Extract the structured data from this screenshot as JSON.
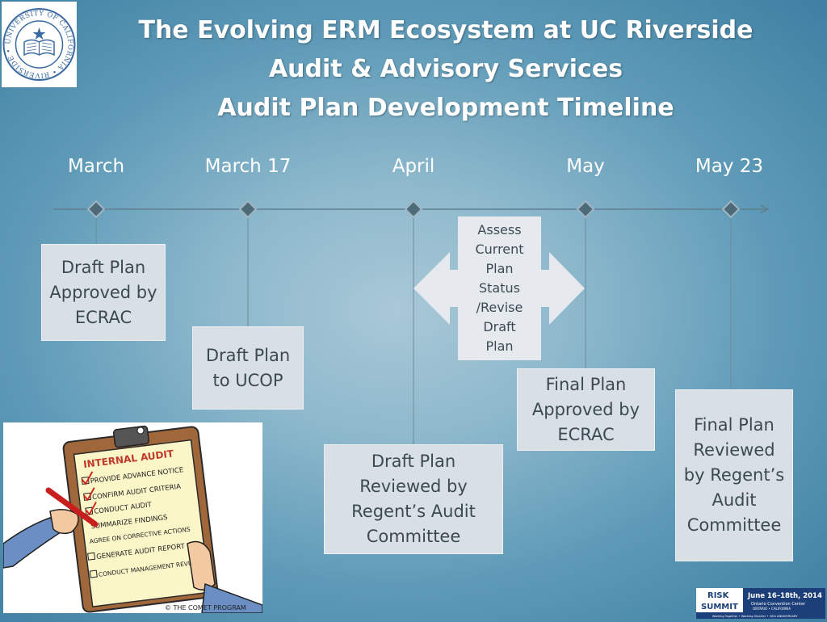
{
  "title": {
    "line1": "The Evolving ERM Ecosystem at UC Riverside",
    "line2": "Audit & Advisory Services",
    "line3": "Audit Plan Development Timeline"
  },
  "timeline": {
    "months": [
      "March",
      "March 17",
      "April",
      "May",
      "May 23"
    ],
    "boxes": [
      {
        "lines": [
          "Draft Plan",
          "Approved by",
          "ECRAC"
        ]
      },
      {
        "lines": [
          "Draft Plan",
          "to UCOP"
        ]
      },
      {
        "lines": [
          "Draft Plan",
          "Reviewed by",
          "Regent’s Audit",
          "Committee"
        ]
      },
      {
        "lines": [
          "Final Plan",
          "Approved by",
          "ECRAC"
        ]
      },
      {
        "lines": [
          "Final Plan",
          "Reviewed",
          "by Regent’s",
          "Audit",
          "Committee"
        ]
      }
    ],
    "assess_lines": [
      "Assess",
      "Current",
      "Plan",
      "Status",
      "/Revise",
      "Draft",
      "Plan"
    ]
  },
  "clipboard": {
    "heading": "INTERNAL AUDIT",
    "items": [
      "PROVIDE ADVANCE NOTICE",
      "CONFIRM AUDIT CRITERIA",
      "CONDUCT AUDIT",
      "SUMMARIZE FINDINGS",
      "AGREE ON CORRECTIVE ACTIONS",
      "GENERATE AUDIT REPORT",
      "CONDUCT MANAGEMENT REVIEW"
    ],
    "credit": "© THE COMET PROGRAM"
  },
  "sponsor": {
    "word1": "RISK",
    "word2": "SUMMIT",
    "dates": "June 16–18th, 2014",
    "venue": "Ontario Convention Center",
    "place": "ONTARIO • CALIFORNIA",
    "tagline": "Working Together • Working Smarter • 30th ANNIVERSARY"
  },
  "seal": {
    "text": "UNIVERSITY OF CALIFORNIA • RIVERSIDE •"
  },
  "colors": {
    "title": "#ffffff",
    "box_fill": "#d9e0e5",
    "box_text": "#3b4a52",
    "timeline_line": "#5e7f8f",
    "diamond": "#4d6a78",
    "arrow_fill": "#e6eaee",
    "seal_blue": "#3a6aa0"
  }
}
